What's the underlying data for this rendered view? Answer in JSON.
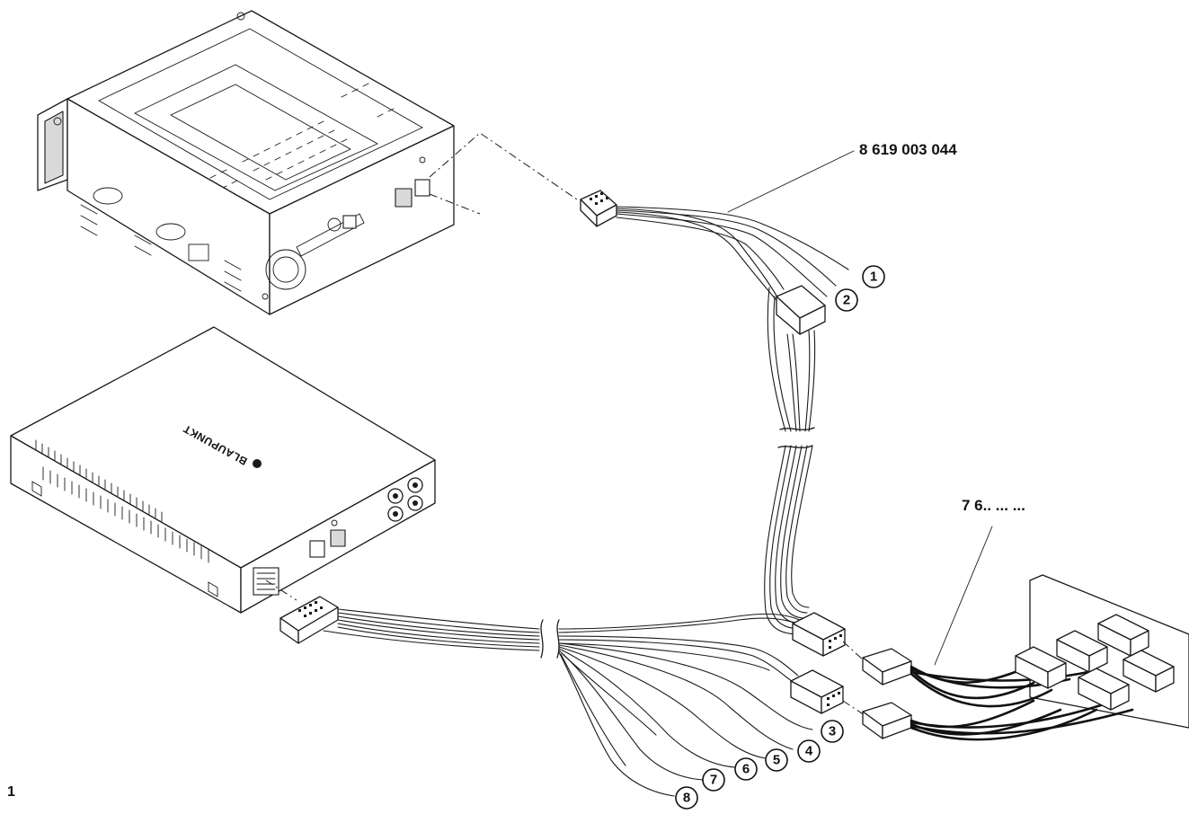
{
  "figure_number": "1",
  "brand_text": "BLAUPUNKT",
  "part_labels": {
    "adapter_cable": "8 619 003 044",
    "vehicle_connector": "7 6.. ... ..."
  },
  "callouts": [
    "1",
    "2",
    "3",
    "4",
    "5",
    "6",
    "7",
    "8"
  ]
}
